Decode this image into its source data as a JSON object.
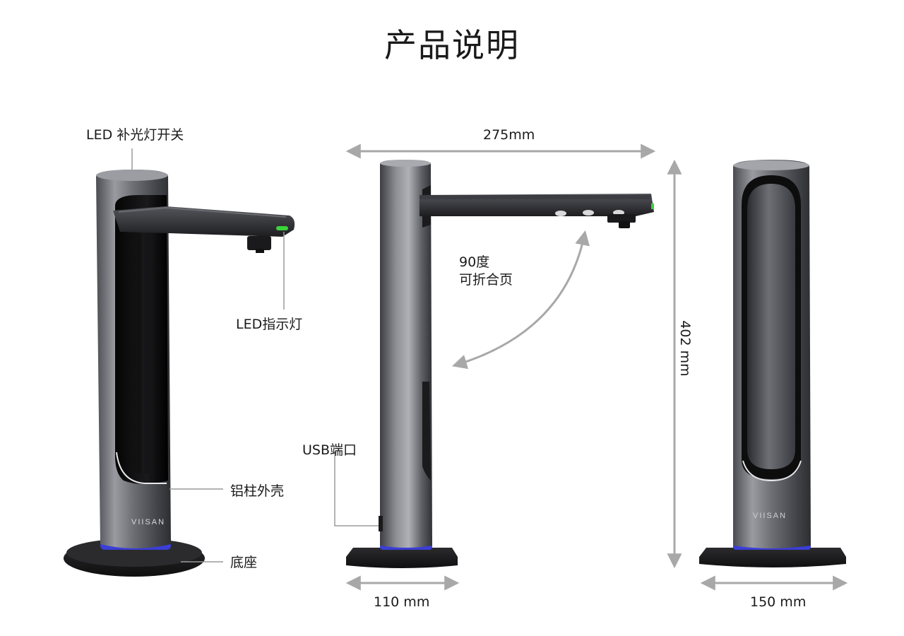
{
  "page": {
    "title": "产品说明"
  },
  "left_view": {
    "labels": {
      "led_switch": "LED 补光灯开关",
      "led_indicator": "LED指示灯",
      "aluminum_shell": "铝柱外壳",
      "base": "底座"
    },
    "logo": "VIISAN"
  },
  "middle_view": {
    "labels": {
      "usb_port": "USB端口",
      "hinge_line1": "90度",
      "hinge_line2": "可折合页"
    },
    "dimensions": {
      "width_top": "275mm",
      "base_width": "110 mm"
    }
  },
  "right_view": {
    "logo": "VIISAN",
    "dimensions": {
      "height": "402 mm",
      "base_width": "150 mm"
    }
  },
  "colors": {
    "body_dark": "#3a3b40",
    "body_light": "#8a8b91",
    "base": "#1c1c1e",
    "accent_blue": "#3b3ed6",
    "indicator_green": "#3bd43b",
    "arrow_gray": "#a8a8a8"
  }
}
